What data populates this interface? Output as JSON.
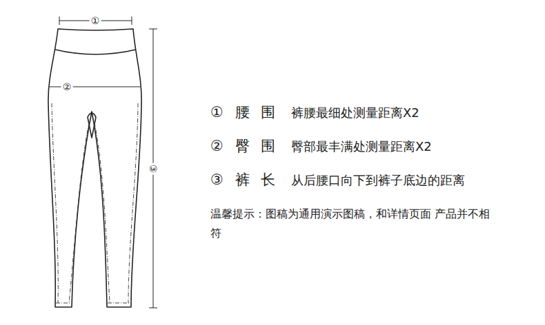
{
  "diagram": {
    "labels": [
      "①",
      "②",
      "③",
      "① 腰 围",
      "裤腰最细处测量距离X2",
      "② 臀 围",
      "臀部最丰满处测量距离X2",
      "③ 裤 长",
      "从后腰口向下到裤子底边的距离",
      "温馨提示：图稿为通用演示图稿，和详情页面 产品并不相符"
    ]
  }
}
